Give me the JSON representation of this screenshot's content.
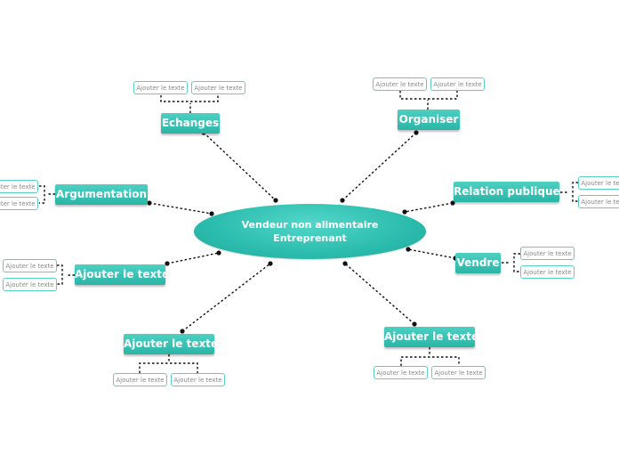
{
  "central": {
    "line1": "Vendeur non alimentaire",
    "line2": "Entreprenant"
  },
  "branches": {
    "echanges": "Echanges",
    "organiser": "Organiser",
    "argumentation": "Argumentation",
    "relation": "Relation publique",
    "ajouter_left": "Ajouter le texte",
    "vendre": "Vendre",
    "ajouter_bottom_left": "Ajouter le texte",
    "ajouter_bottom_right": "Ajouter le texte"
  },
  "leaf_text": "Ajouter le texte",
  "colors": {
    "accent": "#2bbcad",
    "leaf_border": "#5ad0c2",
    "connector": "#111111"
  }
}
